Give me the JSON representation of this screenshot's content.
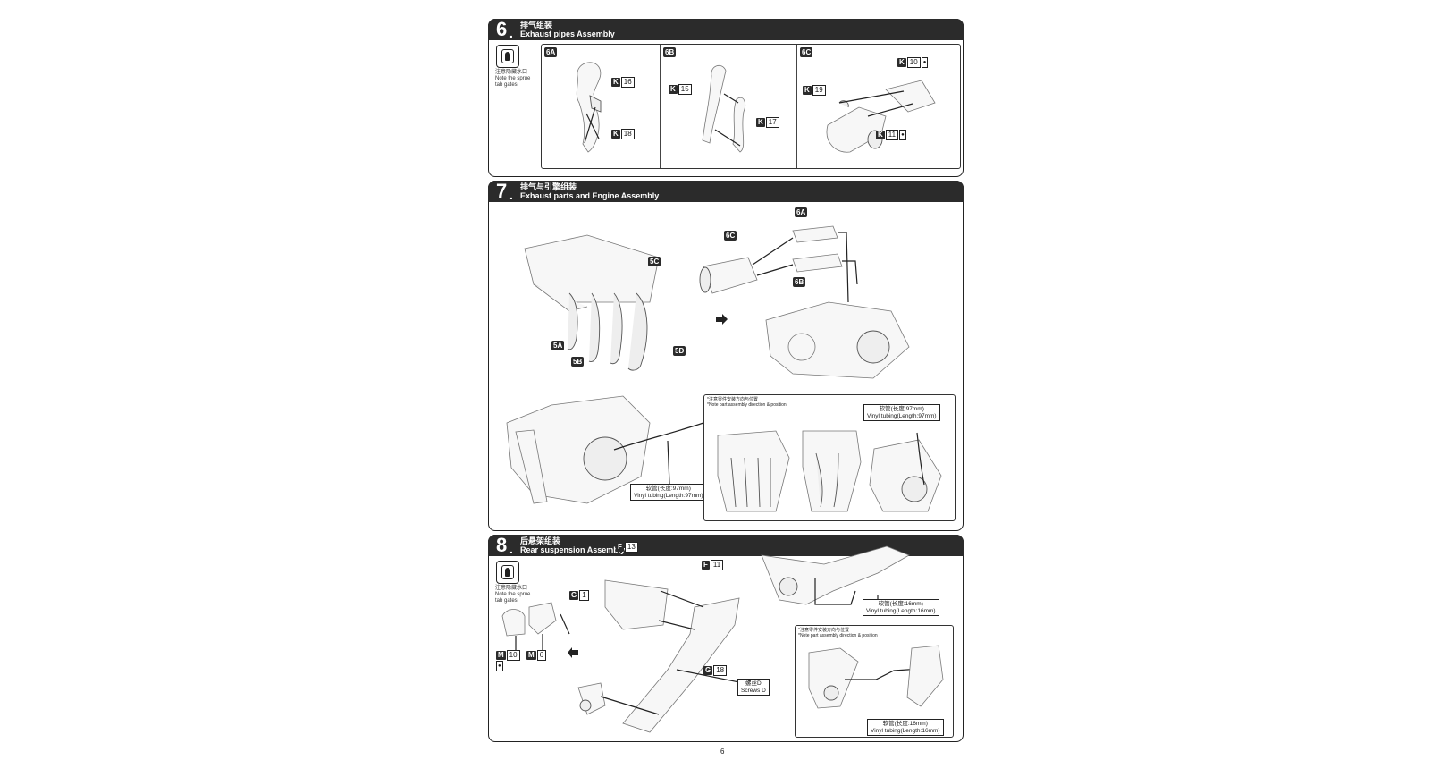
{
  "steps": [
    {
      "number": "6",
      "dot": ".",
      "title_cn": "排气组装",
      "title_en": "Exhaust pipes Assembly",
      "note_cn": "注意隐藏水口",
      "note_en_1": "Note the sprue",
      "note_en_2": "tab gates",
      "subpanels": [
        "6A",
        "6B",
        "6C"
      ],
      "parts": {
        "k16": {
          "letter": "K",
          "num": "16"
        },
        "k18": {
          "letter": "K",
          "num": "18"
        },
        "k15": {
          "letter": "K",
          "num": "15"
        },
        "k17": {
          "letter": "K",
          "num": "17"
        },
        "k19": {
          "letter": "K",
          "num": "19"
        },
        "k10": {
          "letter": "K",
          "num": "10",
          "mark": "●"
        },
        "k11": {
          "letter": "K",
          "num": "11",
          "mark": "●"
        }
      }
    },
    {
      "number": "7",
      "dot": ".",
      "title_cn": "排气与引擎组装",
      "title_en": "Exhaust parts and Engine Assembly",
      "labels": [
        "5C",
        "5A",
        "5B",
        "5D",
        "6C",
        "6A",
        "6B"
      ],
      "tubing_cn_1": "软管(长度:97mm)",
      "tubing_en_1": "Vinyl tubing(Length:97mm)",
      "tubing_cn_2": "软管(长度:97mm)",
      "tubing_en_2": "Vinyl tubing(Length:97mm)",
      "inset_note_cn": "*注意零件安装方向与位置",
      "inset_note_en": "*Note part assembly direction & position"
    },
    {
      "number": "8",
      "dot": ".",
      "title_cn": "后悬架组装",
      "title_en": "Rear suspension Assembly",
      "note_cn": "注意隐藏水口",
      "note_en_1": "Note the sprue",
      "note_en_2": "tab gates",
      "parts": {
        "f13": {
          "letter": "F",
          "num": "13"
        },
        "f11": {
          "letter": "F",
          "num": "11"
        },
        "g1": {
          "letter": "G",
          "num": "1"
        },
        "m10": {
          "letter": "M",
          "num": "10",
          "mark": "●"
        },
        "m6": {
          "letter": "M",
          "num": "6"
        },
        "g18": {
          "letter": "G",
          "num": "18"
        }
      },
      "screw_cn": "螺丝D",
      "screw_en": "Screws D",
      "tubing_cn_1": "软管(长度:16mm)",
      "tubing_en_1": "Vinyl tubing(Length:16mm)",
      "tubing_cn_2": "软管(长度:16mm)",
      "tubing_en_2": "Vinyl tubing(Length:16mm)",
      "inset_note_cn": "*注意零件安装方向与位置",
      "inset_note_en": "*Note part assembly direction & position"
    }
  ],
  "page_number": "6"
}
